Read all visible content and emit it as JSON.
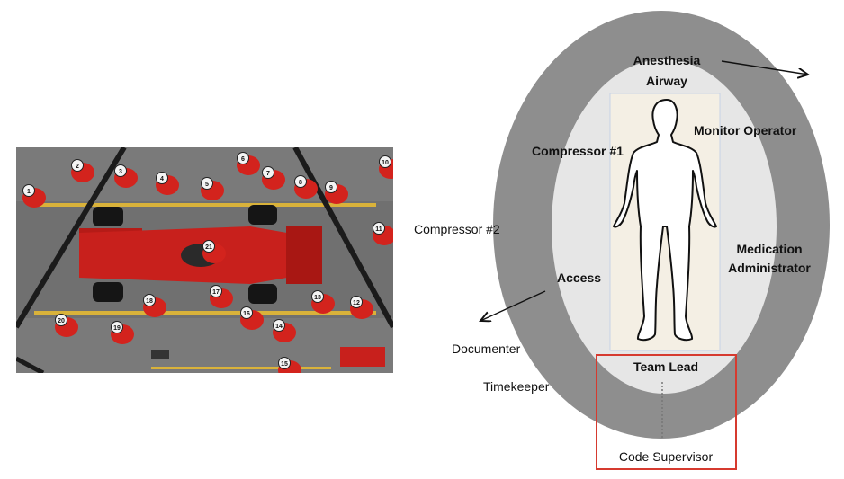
{
  "pit_photo": {
    "crew_numbers": [
      "1",
      "2",
      "3",
      "4",
      "5",
      "6",
      "7",
      "8",
      "9",
      "10",
      "11",
      "12",
      "13",
      "14",
      "15",
      "16",
      "17",
      "18",
      "19",
      "20",
      "21"
    ]
  },
  "roles": {
    "anesthesia": "Anesthesia",
    "airway": "Airway",
    "monitor_operator": "Monitor Operator",
    "compressor_1": "Compressor #1",
    "compressor_2": "Compressor #2",
    "medication_1": "Medication",
    "medication_2": "Administrator",
    "access": "Access",
    "documenter": "Documenter",
    "timekeeper": "Timekeeper",
    "team_lead": "Team Lead",
    "code_supervisor": "Code Supervisor"
  },
  "colors": {
    "outer_ring": "#8e8e8e",
    "inner_ellipse": "#e6e6e6",
    "body_panel": "#f4efe4",
    "highlight_box": "#d63a2f",
    "car_red": "#c8201c",
    "tarmac": "#6e6e6e"
  }
}
